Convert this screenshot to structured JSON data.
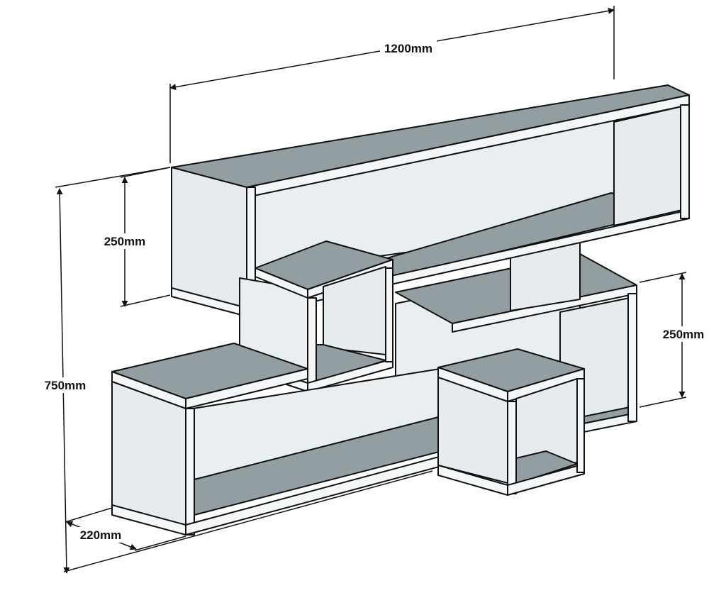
{
  "dimensions": {
    "width_label": "1200mm",
    "top_height_label": "250mm",
    "right_height_label": "250mm",
    "total_height_label": "750mm",
    "depth_label": "220mm"
  },
  "colors": {
    "shelf_surface": "#929ea2",
    "panel_light": "#e6ecee",
    "panel_face": "#f4f7f8",
    "outline": "#111111",
    "background": "#ffffff"
  }
}
